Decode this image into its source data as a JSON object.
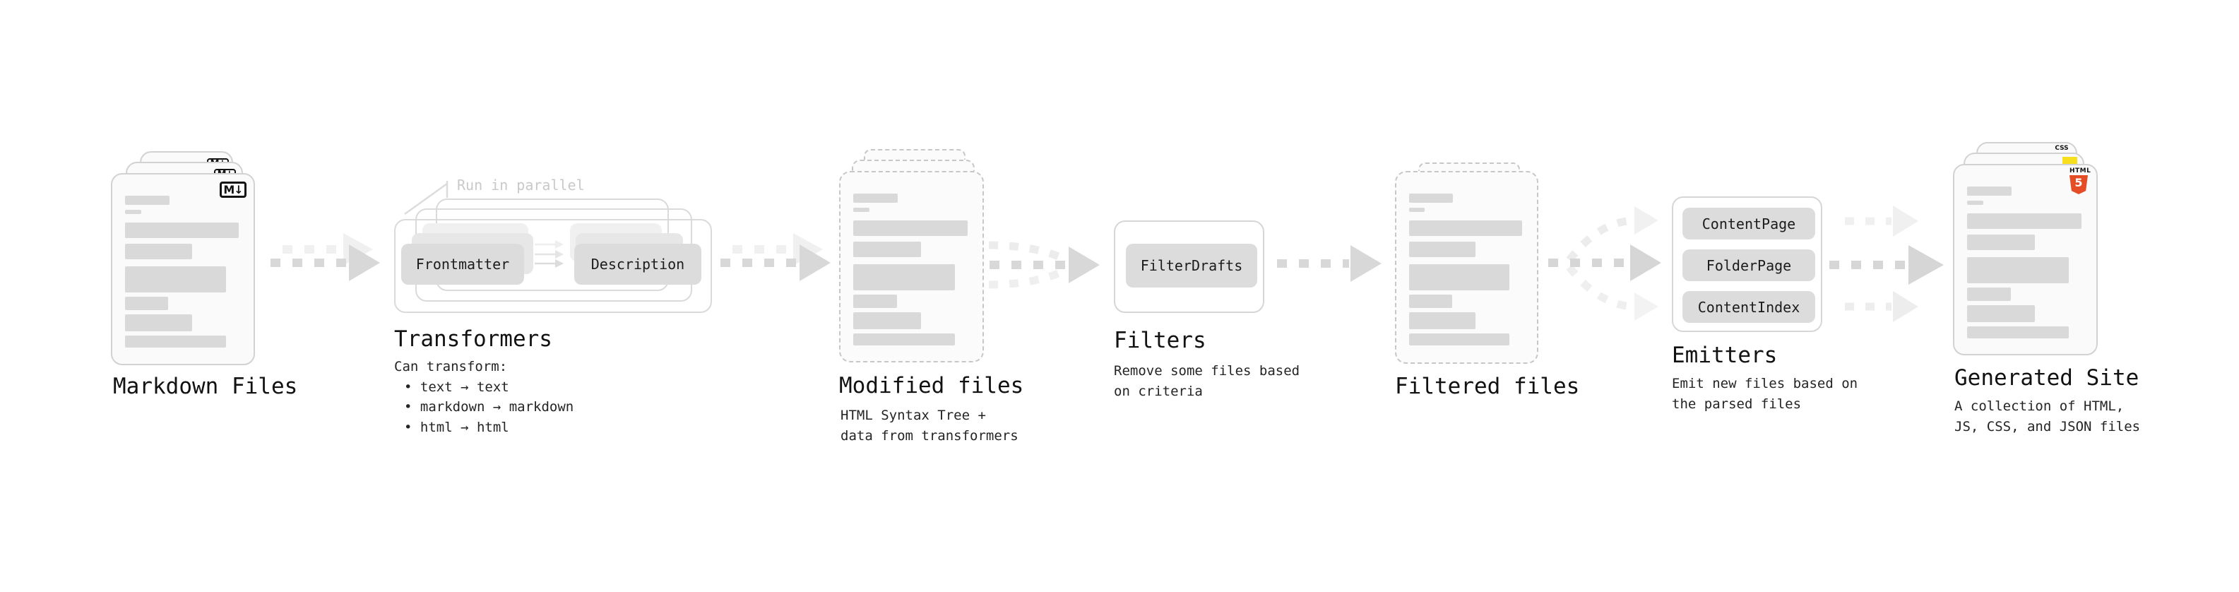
{
  "stages": {
    "markdown_files": {
      "title": "Markdown Files",
      "badge": "M↓"
    },
    "transformers": {
      "title": "Transformers",
      "note": "Run in parallel",
      "pills": [
        "Frontmatter",
        "Description"
      ],
      "desc": [
        "Can transform:",
        "• text → text",
        "• markdown → markdown",
        "• html → html"
      ]
    },
    "modified_files": {
      "title": "Modified files",
      "desc": [
        "HTML Syntax Tree +",
        "data from transformers"
      ]
    },
    "filters": {
      "title": "Filters",
      "pills": [
        "FilterDrafts"
      ],
      "desc": [
        "Remove some files based",
        "on criteria"
      ]
    },
    "filtered_files": {
      "title": "Filtered files"
    },
    "emitters": {
      "title": "Emitters",
      "pills": [
        "ContentPage",
        "FolderPage",
        "ContentIndex"
      ],
      "desc": [
        "Emit new files based on",
        "the parsed files"
      ]
    },
    "generated_site": {
      "title": "Generated Site",
      "desc": [
        "A collection of HTML,",
        "JS, CSS, and JSON files"
      ],
      "badges": {
        "css": "CSS",
        "html": "HTML",
        "html5_number": "5"
      }
    }
  },
  "colors": {
    "html5_orange": "#e44d26",
    "js_yellow": "#f7df1e",
    "css_blue": "#1572b6",
    "bar_gray": "#d9d9d9",
    "arrow_gray": "#d6d6d6"
  }
}
